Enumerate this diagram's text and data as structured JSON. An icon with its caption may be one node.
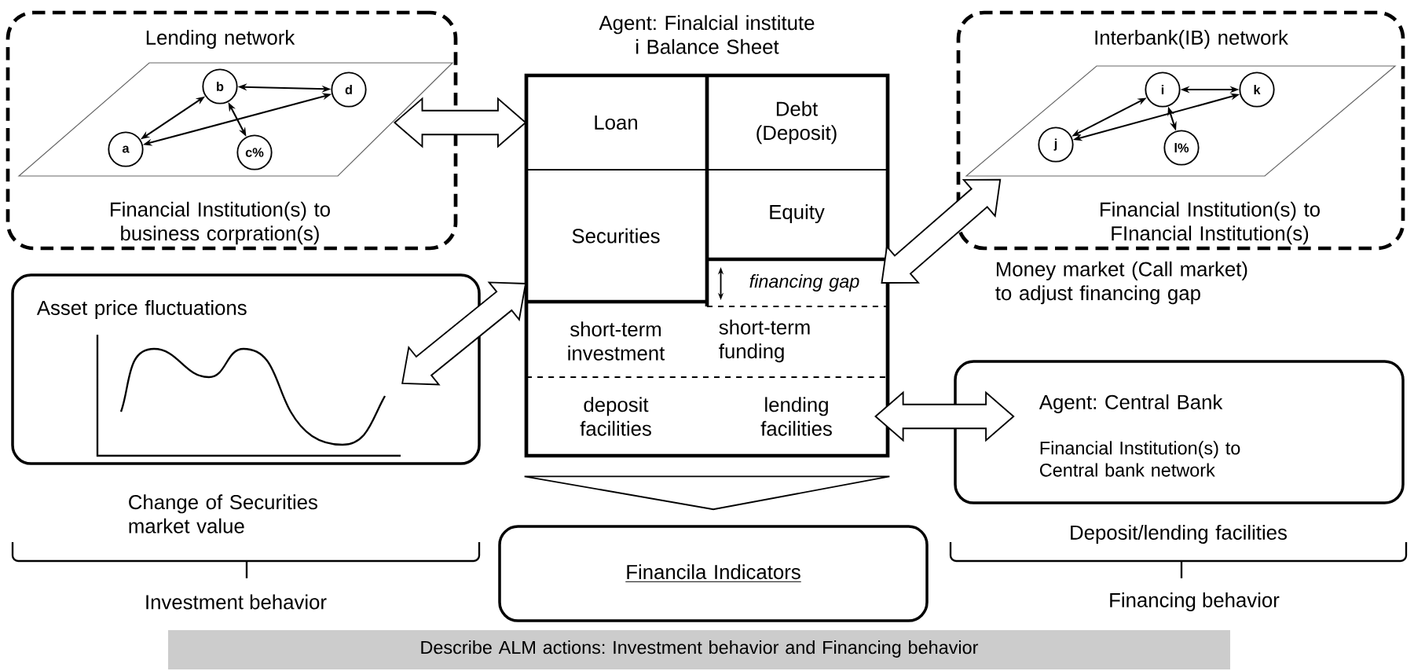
{
  "diagram": {
    "nodes": [
      {
        "text": [
          "Lending network",
          "Financial Institution(s) to business corpration(s)"
        ]
      },
      {
        "text": [
          "a"
        ],
        "in": 0
      },
      {
        "text": [
          "b"
        ],
        "in": 0
      },
      {
        "text": [
          "c%"
        ],
        "in": 0
      },
      {
        "text": [
          "d"
        ],
        "in": 0
      },
      {
        "text": [
          "Interbank(IB) network",
          "Financial Institution(s) to FInancial Institution(s)"
        ],
        "beside": [
          "Money market (Call market) to adjust financing gap"
        ]
      },
      {
        "text": [
          "i"
        ],
        "in": 5
      },
      {
        "text": [
          "j"
        ],
        "in": 5
      },
      {
        "text": [
          "k"
        ],
        "in": 5
      },
      {
        "text": [
          "l%"
        ],
        "in": 5
      },
      {
        "text": [
          "Agent: Finalcial institute i Balance Sheet"
        ]
      },
      {
        "text": [
          "Loan"
        ],
        "in": 10
      },
      {
        "text": [
          "Debt (Deposit)"
        ],
        "in": 10
      },
      {
        "text": [
          "Securities"
        ],
        "in": 10
      },
      {
        "text": [
          "Equity"
        ],
        "in": 10
      },
      {
        "text": [
          "financing gap"
        ],
        "in": 10
      },
      {
        "text": [
          "short-term investment"
        ],
        "in": 10
      },
      {
        "text": [
          "short-term funding"
        ],
        "in": 10
      },
      {
        "text": [
          "deposit facilities"
        ],
        "in": 10
      },
      {
        "text": [
          "lending facilities"
        ],
        "in": 10
      },
      {
        "text": [
          "Asset price  fluctuations"
        ],
        "beside": [
          "Change of Securities market value"
        ]
      },
      {
        "text": [
          "Agent: Central Bank",
          "Financial Institution(s) to Central bank network"
        ],
        "beside": [
          "Deposit/lending facilities"
        ]
      },
      {
        "text": [
          "Financila Indicators"
        ]
      },
      {
        "text": [
          "Describe ALM actions: Investment behavior and Financing behavior"
        ]
      }
    ],
    "edges": [
      {
        "from": 2,
        "to": 1,
        "arrow": "both"
      },
      {
        "from": 2,
        "to": 4,
        "arrow": "both"
      },
      {
        "from": 2,
        "to": 3,
        "arrow": "both"
      },
      {
        "from": 4,
        "to": 1,
        "arrow": "both"
      },
      {
        "from": 6,
        "to": 7,
        "arrow": "both"
      },
      {
        "from": 6,
        "to": 8,
        "arrow": "both"
      },
      {
        "from": 6,
        "to": 9,
        "arrow": "both"
      },
      {
        "from": 8,
        "to": 7,
        "arrow": "both"
      },
      {
        "from": 0,
        "to": 11,
        "arrow": "both"
      },
      {
        "from": 13,
        "to": 20,
        "arrow": "both"
      },
      {
        "from": 15,
        "to": 5,
        "arrow": "both"
      },
      {
        "from": 19,
        "to": 21,
        "arrow": "both"
      },
      {
        "from": 10,
        "to": 22,
        "arrow": "to"
      }
    ],
    "labels": [
      "Investment behavior",
      "Financing behavior"
    ]
  }
}
